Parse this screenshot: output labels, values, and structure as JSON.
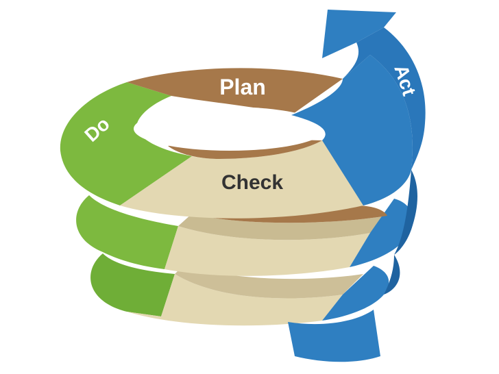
{
  "diagram": {
    "stages": {
      "plan": "Plan",
      "do": "Do",
      "check": "Check",
      "act": "Act"
    },
    "colors": {
      "plan": "#A6784A",
      "plan_dark": "#8C6238",
      "do": "#7DB93F",
      "do_dark": "#5F9A2B",
      "check": "#E3D8B2",
      "check_shadow": "#CDBF98",
      "act": "#2F7FC1",
      "act_dark": "#1F63A0",
      "label_light": "#FFFFFF",
      "label_dark": "#333333"
    }
  }
}
